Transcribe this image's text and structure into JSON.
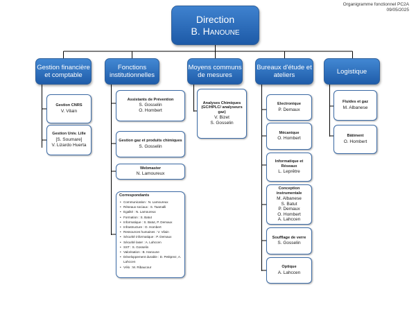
{
  "meta": {
    "title": "Organigramme fonctionnel PC2A",
    "date": "09/05/2025"
  },
  "direction": {
    "line1": "Direction",
    "line2": "B. Hanoune"
  },
  "columns": [
    {
      "title": "Gestion financière et comptable",
      "cards": [
        {
          "title": "Gestion CNRS",
          "lines": [
            "V. Vilain"
          ]
        },
        {
          "title": "Gestion Univ. Lille",
          "lines": [
            "[S. Soumare]",
            "V. Lizardo Huerta"
          ]
        }
      ]
    },
    {
      "title": "Fonctions institutionnelles",
      "cards": [
        {
          "title": "Assistants de Prévention",
          "lines": [
            "S. Gosselin",
            "O. Hombert"
          ]
        },
        {
          "title": "Gestion gaz et produits chimiques",
          "lines": [
            "S. Gosselin"
          ]
        },
        {
          "title": "Webmaster",
          "lines": [
            "N. Lamoureux"
          ]
        }
      ]
    },
    {
      "title": "Moyens communs de mesures",
      "cards": [
        {
          "title": "Analyses Chimiques (GC/HPLC/ analyseurs gaz)",
          "lines": [
            "V. Bizet",
            "S. Gosselin"
          ]
        }
      ]
    },
    {
      "title": "Bureaux d'étude et ateliers",
      "cards": [
        {
          "title": "Electronique",
          "lines": [
            "P. Demaux"
          ]
        },
        {
          "title": "Mécanique",
          "lines": [
            "O. Hombert"
          ]
        },
        {
          "title": "Informatique et Réseaux",
          "lines": [
            "L. Leprêtre"
          ]
        },
        {
          "title": "Conception instrumentale",
          "lines": [
            "M. Albanese",
            "S. Batut",
            "P. Demaux",
            "O. Hombert",
            "A. Lahccen"
          ]
        },
        {
          "title": "Soufflage de verre",
          "lines": [
            "S. Gosselin"
          ]
        },
        {
          "title": "Optique",
          "lines": [
            "A. Lahccen"
          ]
        }
      ]
    },
    {
      "title": "Logistique",
      "cards": [
        {
          "title": "Fluides et gaz",
          "lines": [
            "M. Albanese"
          ]
        },
        {
          "title": "Bâtiment",
          "lines": [
            "O. Hombert"
          ]
        }
      ]
    }
  ],
  "correspondants": {
    "title": "Correspondants",
    "items": [
      "Communication : N. Lamoureux",
      "Réseaux sociaux : S. Taamalli",
      "Egalité : N. Lamoureux",
      "Formation : S. Batut",
      "Informatique : S. Batut, P. Demaux",
      "Infrastructure : O. Hombert",
      "Ressources humaines : V. Vilain",
      "Sécurité informatique : P. Demaux",
      "Sécurité laser : A. Lahccen",
      "SST : S. Gosselin",
      "Valorisation : B. Hanoune",
      "Développement durable : D. Petitprez, A. Lahccen",
      "Vélo : M. Ribaucour"
    ]
  },
  "colors": {
    "node_fill": "#2f6fbd",
    "node_border": "#2f5f9a",
    "connector": "#000000"
  }
}
